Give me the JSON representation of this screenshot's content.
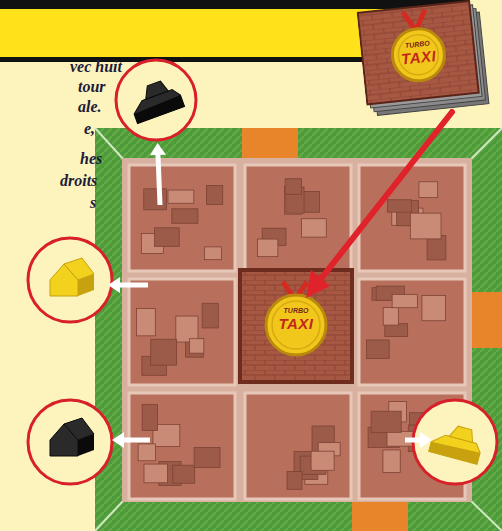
{
  "diagram": {
    "labels": [
      "vec huit",
      "tour",
      "ale.",
      "e,",
      "hes",
      "droits",
      "s",
      "TURBO",
      "TAXI",
      "TURBO",
      "TAXI"
    ]
  }
}
